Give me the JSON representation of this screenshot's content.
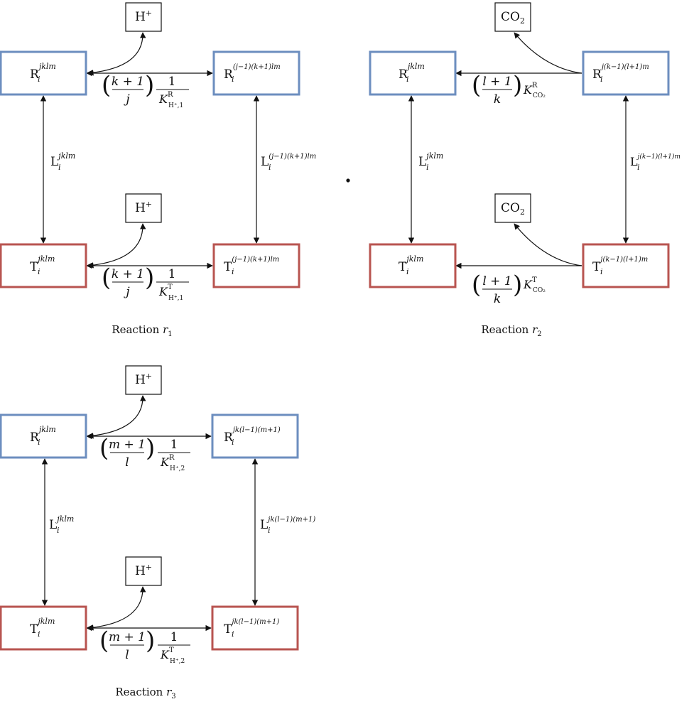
{
  "colors": {
    "r_state_border": "#6c8ebf",
    "t_state_border": "#b85450",
    "species_border": "#111111",
    "line": "#111111"
  },
  "reactions": [
    {
      "caption": {
        "text": "Reaction ",
        "var": "r",
        "sub": "1"
      },
      "species": {
        "base": "H",
        "sup": "+",
        "sub": ""
      },
      "boxes": {
        "r_left": {
          "base": "R",
          "sub": "i",
          "sup": "jklm"
        },
        "r_right": {
          "base": "R",
          "sub": "i",
          "sup": "(j−1)(k+1)lm"
        },
        "t_left": {
          "base": "T",
          "sub": "i",
          "sup": "jklm"
        },
        "t_right": {
          "base": "T",
          "sub": "i",
          "sup": "(j−1)(k+1)lm"
        }
      },
      "vertical_labels": {
        "left": {
          "base": "L",
          "sub": "i",
          "sup": "jklm"
        },
        "right": {
          "base": "L",
          "sub": "i",
          "sup": "(j−1)(k+1)lm"
        }
      },
      "rates": {
        "top": {
          "num": "k + 1",
          "den": "j",
          "one": "1",
          "K": "K",
          "ksup": "R",
          "ksub": "H⁺,1"
        },
        "bottom": {
          "num": "k + 1",
          "den": "j",
          "one": "1",
          "K": "K",
          "ksup": "T",
          "ksub": "H⁺,1"
        }
      }
    },
    {
      "caption": {
        "text": "Reaction ",
        "var": "r",
        "sub": "2"
      },
      "species": {
        "base": "CO",
        "sup": "",
        "sub": "2"
      },
      "boxes": {
        "r_left": {
          "base": "R",
          "sub": "i",
          "sup": "jklm"
        },
        "r_right": {
          "base": "R",
          "sub": "i",
          "sup": "j(k−1)(l+1)m"
        },
        "t_left": {
          "base": "T",
          "sub": "i",
          "sup": "jklm"
        },
        "t_right": {
          "base": "T",
          "sub": "i",
          "sup": "j(k−1)(l+1)m"
        }
      },
      "vertical_labels": {
        "left": {
          "base": "L",
          "sub": "i",
          "sup": "jklm"
        },
        "right": {
          "base": "L",
          "sub": "i",
          "sup": "j(k−1)(l+1)m"
        }
      },
      "rates": {
        "top": {
          "num": "l + 1",
          "den": "k",
          "K": "K",
          "ksup": "R",
          "ksub": "CO₂"
        },
        "bottom": {
          "num": "l + 1",
          "den": "k",
          "K": "K",
          "ksup": "T",
          "ksub": "CO₂"
        }
      }
    },
    {
      "caption": {
        "text": "Reaction ",
        "var": "r",
        "sub": "3"
      },
      "species": {
        "base": "H",
        "sup": "+",
        "sub": ""
      },
      "boxes": {
        "r_left": {
          "base": "R",
          "sub": "i",
          "sup": "jklm"
        },
        "r_right": {
          "base": "R",
          "sub": "i",
          "sup": "jk(l−1)(m+1)"
        },
        "t_left": {
          "base": "T",
          "sub": "i",
          "sup": "jklm"
        },
        "t_right": {
          "base": "T",
          "sub": "i",
          "sup": "jk(l−1)(m+1)"
        }
      },
      "vertical_labels": {
        "left": {
          "base": "L",
          "sub": "i",
          "sup": "jklm"
        },
        "right": {
          "base": "L",
          "sub": "i",
          "sup": "jk(l−1)(m+1)"
        }
      },
      "rates": {
        "top": {
          "num": "m + 1",
          "den": "l",
          "one": "1",
          "K": "K",
          "ksup": "R",
          "ksub": "H⁺,2"
        },
        "bottom": {
          "num": "m + 1",
          "den": "l",
          "one": "1",
          "K": "K",
          "ksup": "T",
          "ksub": "H⁺,2"
        }
      }
    }
  ]
}
